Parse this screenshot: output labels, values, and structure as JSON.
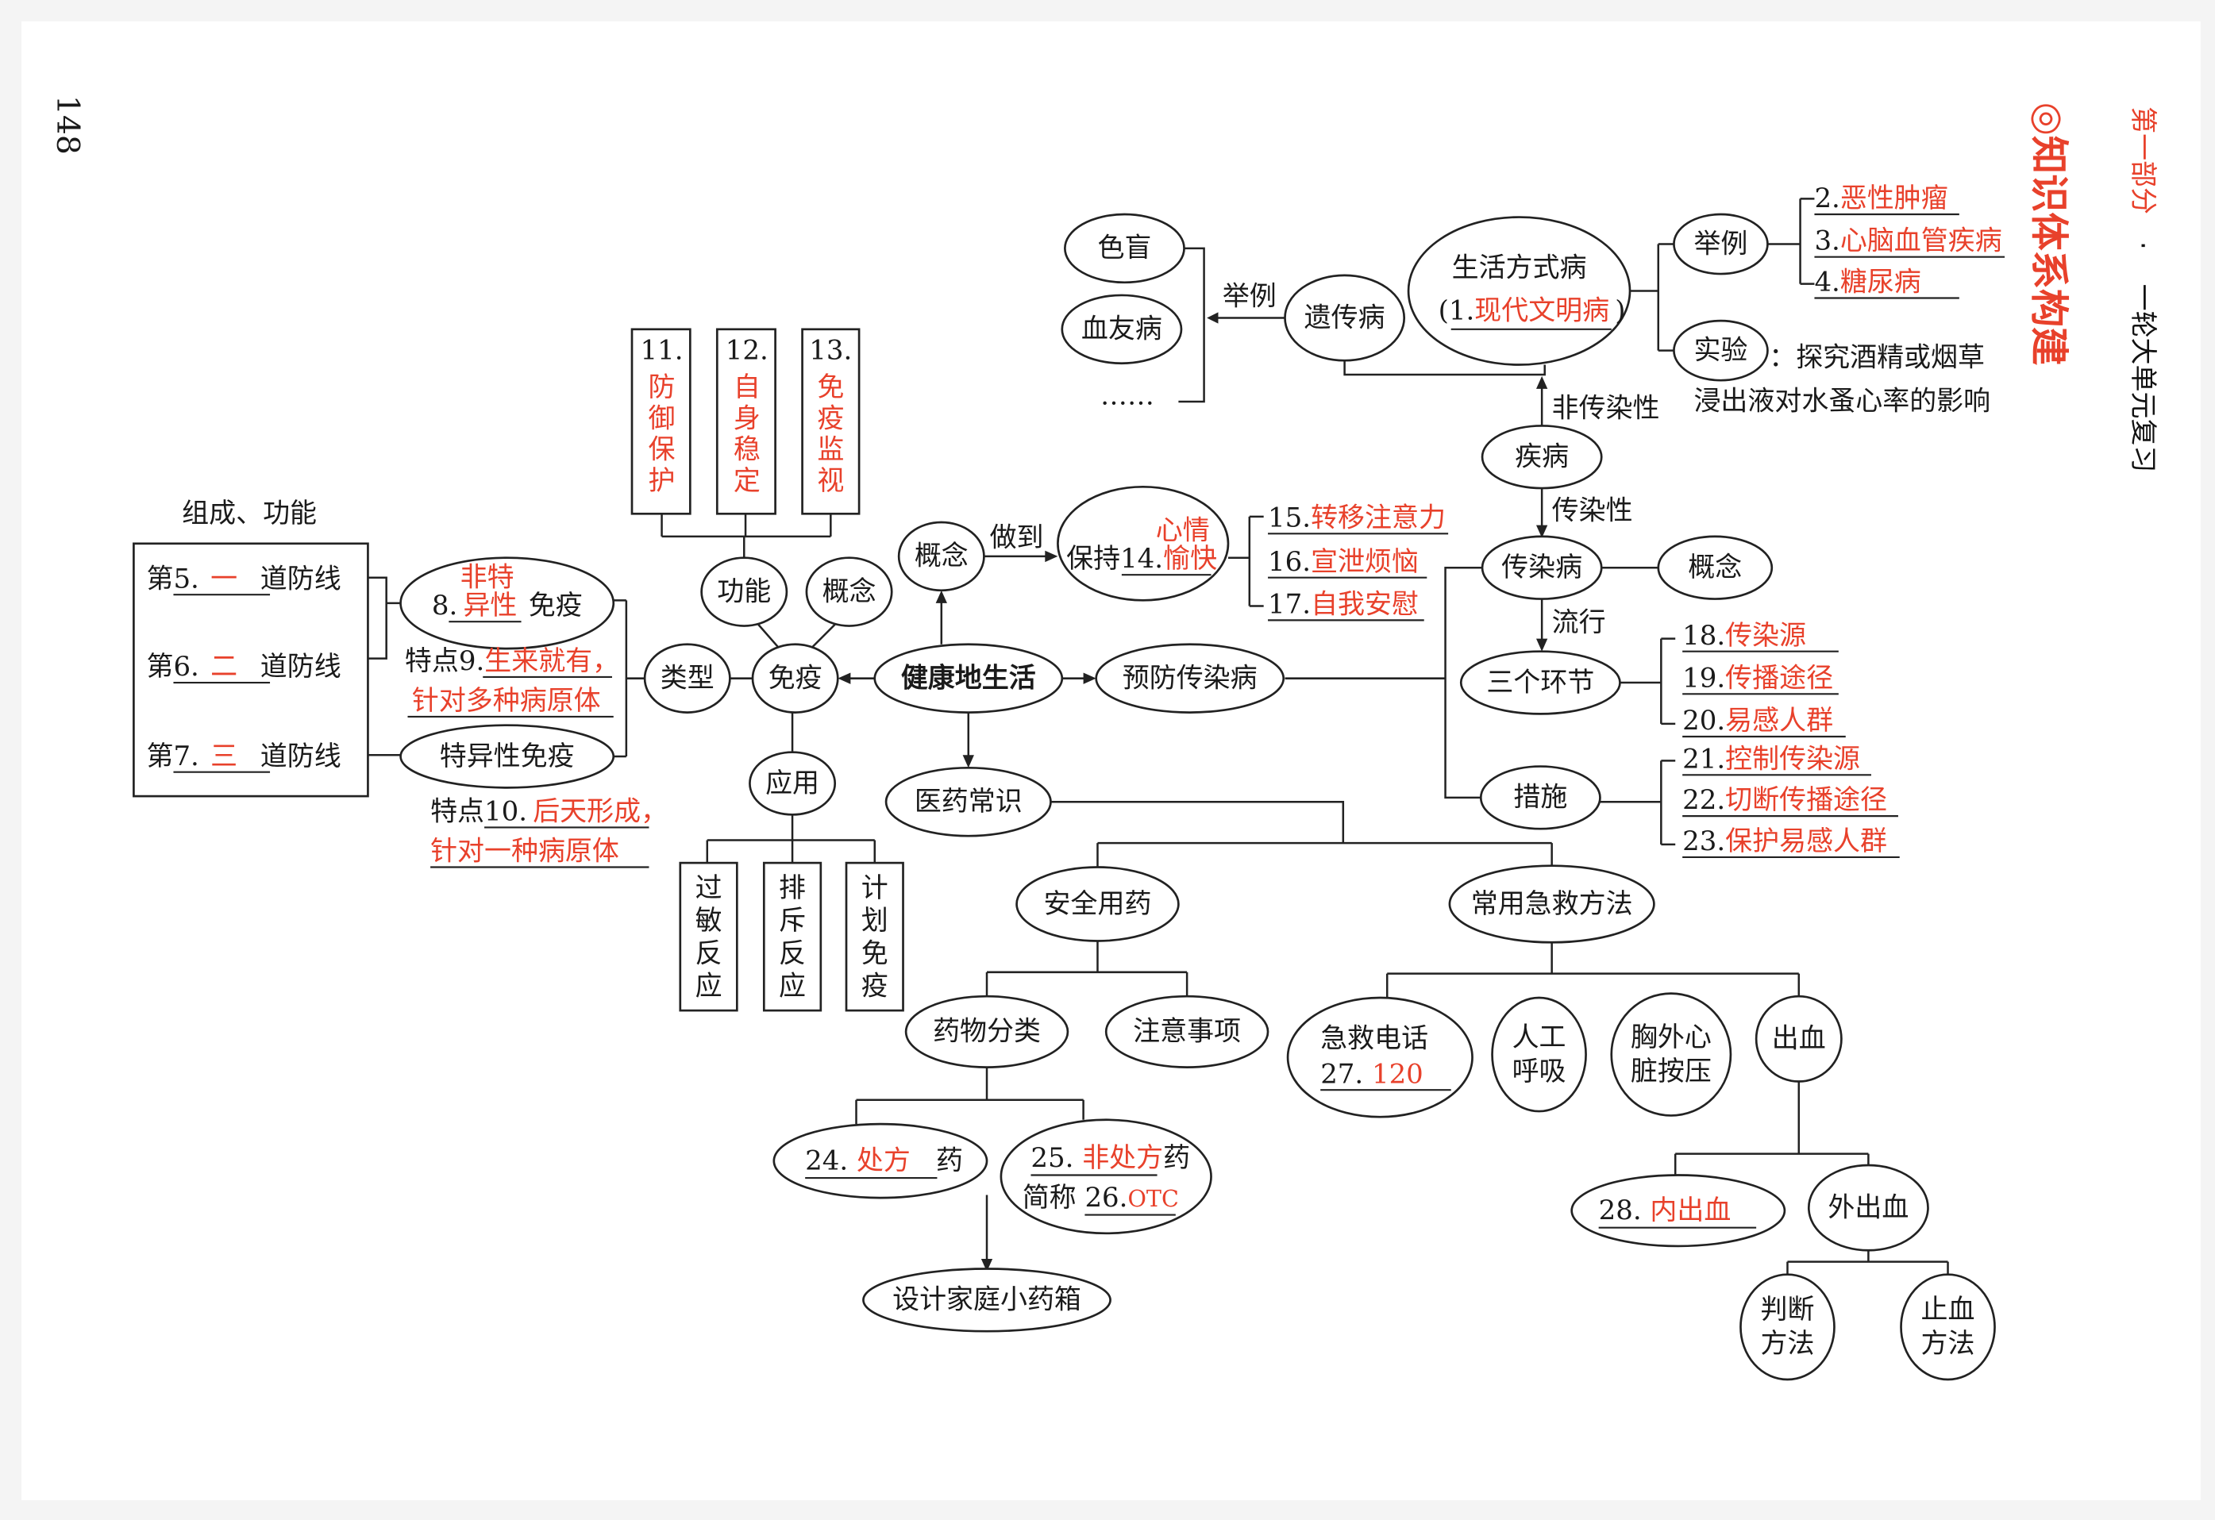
{
  "page_number": "148",
  "header": {
    "part": "第一部分",
    "dot": "·",
    "unit": "一轮大单元复习"
  },
  "title": "◎知识体系构建",
  "center": "健康地生活",
  "disease": {
    "root": "疾病",
    "non_infectious_label": "非传染性",
    "infectious_label": "传染性",
    "genetic": "遗传病",
    "example_label": "举例",
    "genetic_examples": [
      "色盲",
      "血友病",
      "……"
    ],
    "lifestyle_title": "生活方式病",
    "lifestyle_prefix": "(1.",
    "lifestyle_answer": "现代文明病",
    "lifestyle_suffix": ")",
    "lifestyle_example_node": "举例",
    "lifestyle_examples": [
      {
        "num": "2.",
        "answer": "恶性肿瘤"
      },
      {
        "num": "3.",
        "answer": "心脑血管疾病"
      },
      {
        "num": "4.",
        "answer": "糖尿病"
      }
    ],
    "experiment_node": "实验",
    "experiment_text_1": "：探究酒精或烟草",
    "experiment_text_2": "浸出液对水蚤心率的影响"
  },
  "infectious": {
    "node": "传染病",
    "concept": "概念",
    "spread_label": "流行",
    "links_node": "三个环节",
    "links": [
      {
        "num": "18.",
        "answer": "传染源"
      },
      {
        "num": "19.",
        "answer": "传播途径"
      },
      {
        "num": "20.",
        "answer": "易感人群"
      }
    ],
    "measures_node": "措施",
    "measures": [
      {
        "num": "21.",
        "answer": "控制传染源"
      },
      {
        "num": "22.",
        "answer": "切断传播途径"
      },
      {
        "num": "23.",
        "answer": "保护易感人群"
      }
    ],
    "prevent_node": "预防传染病"
  },
  "mood": {
    "concept": "概念",
    "achieve_label": "做到",
    "prefix": "保持14.",
    "answer_1": "心情",
    "answer_2": "愉快",
    "ways": [
      {
        "num": "15.",
        "answer": "转移注意力"
      },
      {
        "num": "16.",
        "answer": "宣泄烦恼"
      },
      {
        "num": "17.",
        "answer": "自我安慰"
      }
    ]
  },
  "immunity": {
    "node": "免疫",
    "function_node": "功能",
    "concept_node": "概念",
    "functions": [
      {
        "num": "11.",
        "chars": [
          "防",
          "御",
          "保",
          "护"
        ]
      },
      {
        "num": "12.",
        "chars": [
          "自",
          "身",
          "稳",
          "定"
        ]
      },
      {
        "num": "13.",
        "chars": [
          "免",
          "疫",
          "监",
          "视"
        ]
      }
    ],
    "type_node": "类型",
    "nonspecific_red_1": "非特",
    "nonspecific_num": "8.",
    "nonspecific_red_2": "异性",
    "nonspecific_suffix": "免疫",
    "feature9_prefix": "特点9.",
    "feature9_answer_1": "生来就有，",
    "feature9_answer_2": "针对多种病原体",
    "specific_node": "特异性免疫",
    "feature10_prefix": "特点10.",
    "feature10_answer_1": "后天形成，",
    "feature10_answer_2": "针对一种病原体",
    "defense_heading": "组成、功能",
    "defense_lines": [
      {
        "prefix": "第5.",
        "answer": "一",
        "suffix": "道防线"
      },
      {
        "prefix": "第6.",
        "answer": "二",
        "suffix": "道防线"
      },
      {
        "prefix": "第7.",
        "answer": "三",
        "suffix": "道防线"
      }
    ],
    "application_node": "应用",
    "applications": [
      {
        "chars": [
          "过",
          "敏",
          "反",
          "应"
        ]
      },
      {
        "chars": [
          "排",
          "斥",
          "反",
          "应"
        ]
      },
      {
        "chars": [
          "计",
          "划",
          "免",
          "疫"
        ]
      }
    ]
  },
  "medicine": {
    "node": "医药常识",
    "safe_node": "安全用药",
    "classify_node": "药物分类",
    "notes_node": "注意事项",
    "rx_num": "24.",
    "rx_answer": "处方",
    "rx_suffix": "药",
    "otc_num": "25.",
    "otc_answer": "非处方",
    "otc_suffix": "药",
    "otc_abbr_prefix": "简称 26.",
    "otc_abbr_answer": "OTC",
    "kit_node": "设计家庭小药箱",
    "firstaid_node": "常用急救方法",
    "phone_title": "急救电话",
    "phone_num": "27.",
    "phone_answer": "120",
    "cpr_1": [
      "人工",
      "呼吸"
    ],
    "cpr_2": [
      "胸外心",
      "脏按压"
    ],
    "bleeding_node": "出血",
    "internal_num": "28.",
    "internal_answer": "内出血",
    "external_node": "外出血",
    "judge": [
      "判断",
      "方法"
    ],
    "stop": [
      "止血",
      "方法"
    ]
  }
}
